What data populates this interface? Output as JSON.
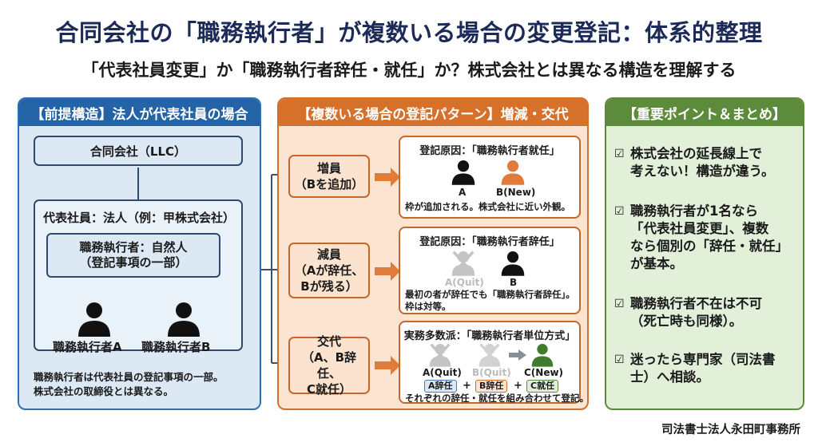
{
  "header": {
    "title": "合同会社の「職務執行者」が複数いる場合の変更登記：体系的整理",
    "subtitle": "「代表社員変更」か「職務執行者辞任・就任」か？株式会社とは異なる構造を理解する"
  },
  "left_panel": {
    "heading": "【前提構造】法人が代表社員の場合",
    "llc_label": "合同会社（LLC）",
    "rep_label": "代表社員：法人（例：甲株式会社）",
    "exec_line1": "職務執行者：自然人",
    "exec_line2": "（登記事項の一部）",
    "person_a": "職務執行者A",
    "person_b": "職務執行者B",
    "note_line1": "職務執行者は代表社員の登記事項の一部。",
    "note_line2": "株式会社の取締役とは異なる。"
  },
  "middle_panel": {
    "heading": "【複数いる場合の登記パターン】増減・交代",
    "cases": [
      {
        "label_line1": "増員",
        "label_line2": "（Bを追加）",
        "label_line3": "",
        "detail_heading": "登記原因：「職務執行者就任」",
        "people": [
          "A",
          "B(New)"
        ],
        "note_line1": "枠が追加される。株式会社に近い外観。",
        "note_line2": ""
      },
      {
        "label_line1": "減員",
        "label_line2": "（Aが辞任、",
        "label_line3": "Bが残る）",
        "detail_heading": "登記原因：「職務執行者辞任」",
        "people": [
          "A(Quit)",
          "B"
        ],
        "note_line1": "最初の者が辞任でも「職務執行者辞任」。",
        "note_line2": "枠は対等。"
      },
      {
        "label_line1": "交代",
        "label_line2": "（A、B辞任、",
        "label_line3": "C就任）",
        "detail_heading": "実務多数派：「職務執行者単位方式」",
        "people": [
          "A(Quit)",
          "B(Quit)",
          "C(New)"
        ],
        "tags": [
          "A辞任",
          "B辞任",
          "C就任"
        ],
        "plus": "+",
        "note_line1": "それぞれの辞任・就任を組み合わせて登記。",
        "note_line2": ""
      }
    ]
  },
  "right_panel": {
    "heading": "【重要ポイント＆まとめ】",
    "check_glyph": "☑",
    "points": [
      {
        "line1": "株式会社の延長線上で",
        "line2": "考えない！構造が違う。"
      },
      {
        "line1": "職務執行者が1名なら",
        "line2": "「代表社員変更」、複数",
        "line3": "なら個別の「辞任・就任」",
        "line4": "が基本。"
      },
      {
        "line1": "職務執行者不在は不可",
        "line2": "（死亡時も同様）。"
      },
      {
        "line1": "迷ったら専門家（司法書",
        "line2": "士）へ相談。"
      }
    ]
  },
  "footer": "司法書士法人永田町事務所",
  "colors": {
    "title": "#1b2a57",
    "blue": "#2463a6",
    "orange": "#d7712a",
    "green": "#5c8b3b",
    "new_orange_person": "#e07b39",
    "new_green_person": "#3f7d2c",
    "quit_gray": "#bdbdbd"
  }
}
